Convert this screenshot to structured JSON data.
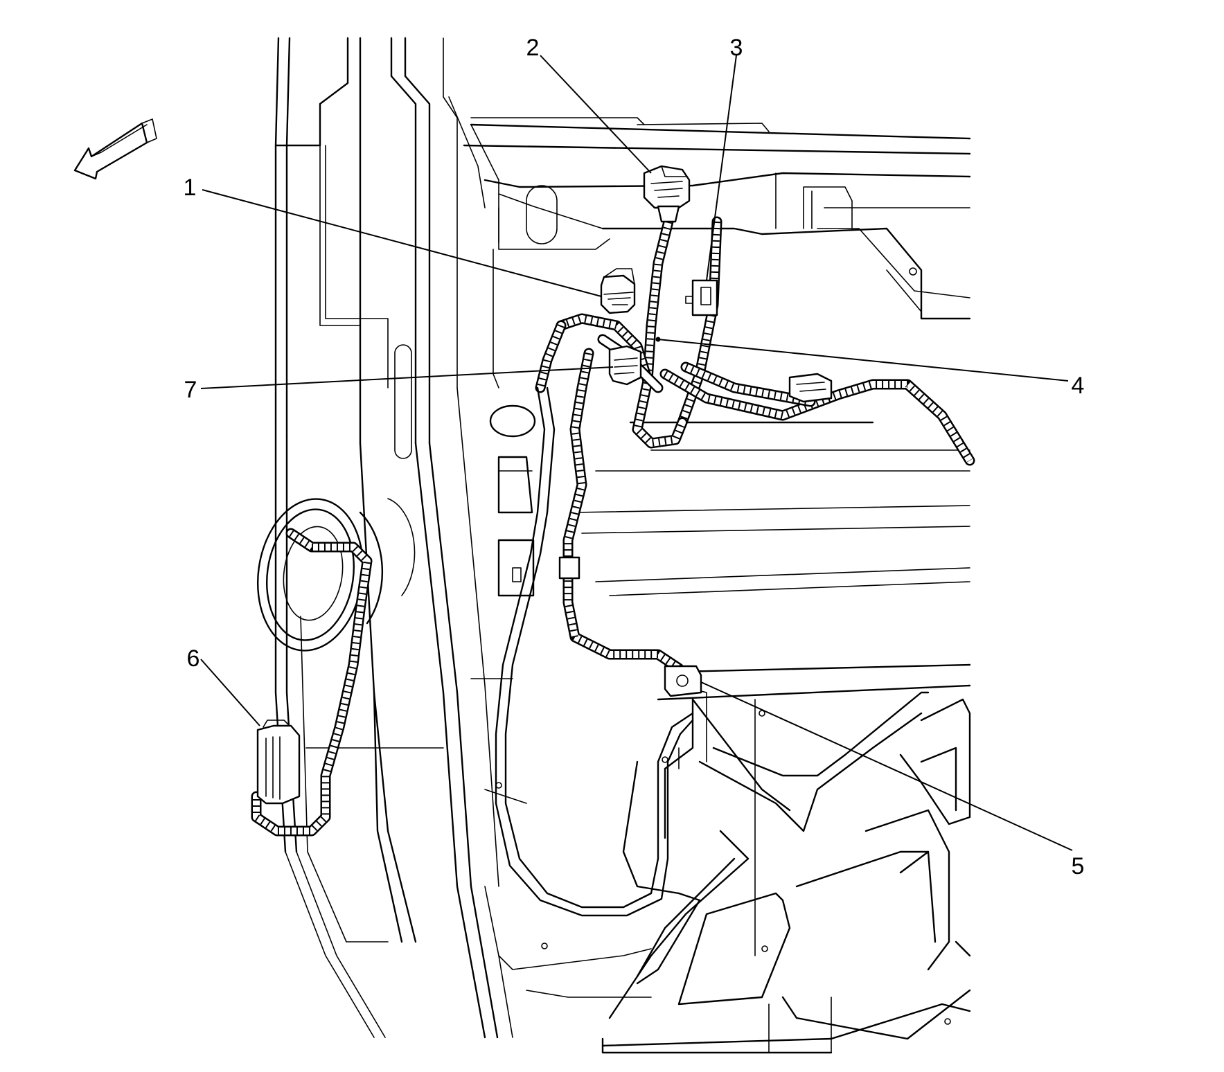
{
  "diagram": {
    "callouts": [
      {
        "id": "1",
        "label": "1"
      },
      {
        "id": "2",
        "label": "2"
      },
      {
        "id": "3",
        "label": "3"
      },
      {
        "id": "4",
        "label": "4"
      },
      {
        "id": "5",
        "label": "5"
      },
      {
        "id": "6",
        "label": "6"
      },
      {
        "id": "7",
        "label": "7"
      }
    ],
    "orientation_arrow": "front-direction-arrow"
  }
}
